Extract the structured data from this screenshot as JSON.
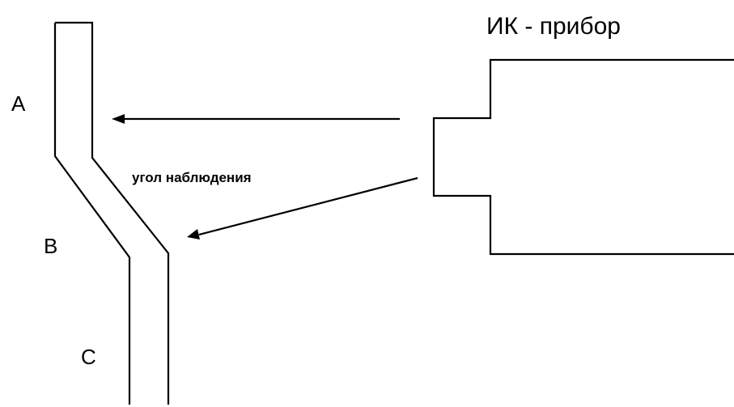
{
  "device_label": "ИК - прибор",
  "viewing_angle_label": "угол наблюдения",
  "zone_labels": {
    "a": "A",
    "b": "B",
    "c": "C"
  }
}
